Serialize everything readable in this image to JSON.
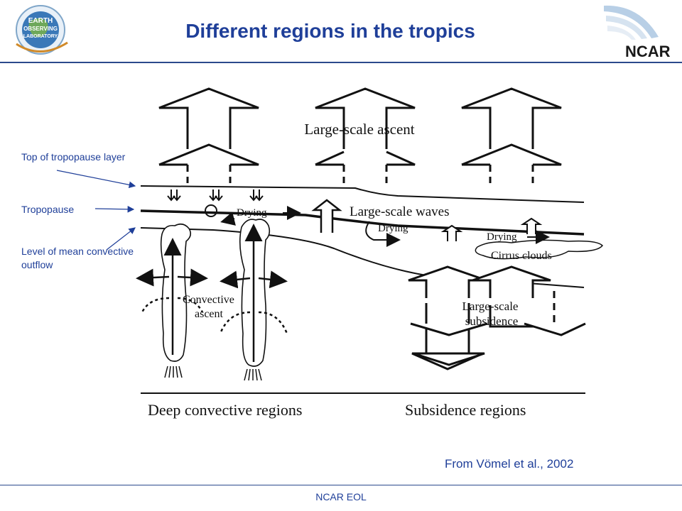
{
  "slide": {
    "title": "Different regions in the tropics",
    "footer": "NCAR EOL",
    "citation": "From Vömel et al., 2002"
  },
  "logos": {
    "eol_logo_lines": [
      "EARTH",
      "OBSERVING",
      "LABORATORY"
    ],
    "ncar_logo_text": "NCAR"
  },
  "side_labels": {
    "top_tropopause_layer": "Top of tropopause layer",
    "tropopause": "Tropopause",
    "mean_outflow": "Level of mean convective outflow"
  },
  "diagram": {
    "large_scale_ascent": "Large-scale ascent",
    "large_scale_waves": "Large-scale waves",
    "drying": "Drying",
    "cirrus_clouds": "Cirrus clouds",
    "convective": "Convective",
    "ascent": "ascent",
    "large_scale": "Large-scale",
    "subsidence": "subsidence",
    "deep_convective_regions": "Deep convective regions",
    "subsidence_regions": "Subsidence regions"
  },
  "colors": {
    "title_blue": "#1f3f99",
    "rule_blue": "#2b4a8c",
    "diagram_ink": "#111111"
  }
}
